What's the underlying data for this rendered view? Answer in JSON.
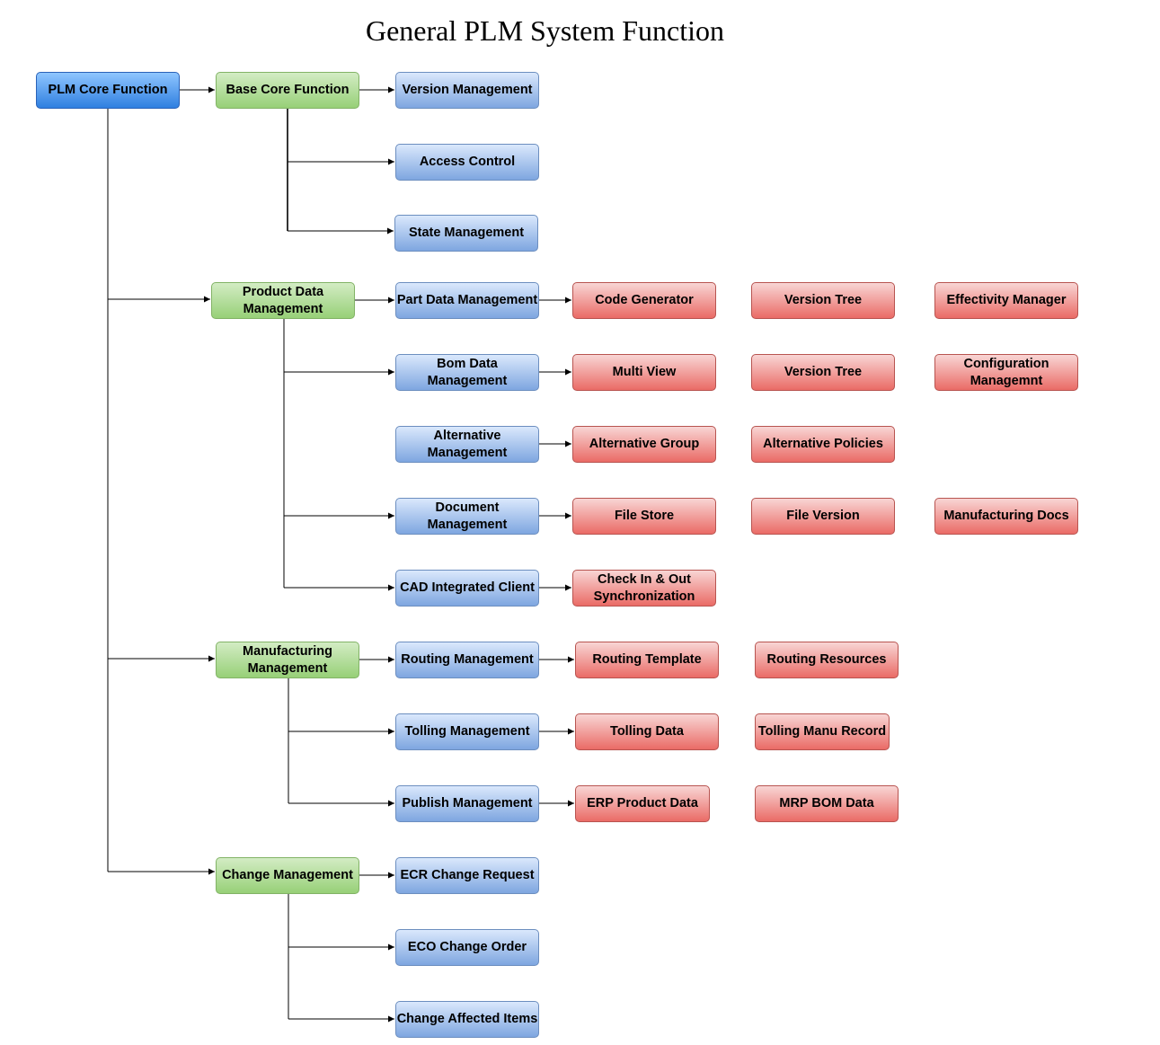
{
  "diagram": {
    "title": "General PLM System Function",
    "root": "PLM Core Function",
    "categories": {
      "base": "Base Core Function",
      "product": "Product Data Management",
      "manufacturing": "Manufacturing Management",
      "change": "Change Management"
    },
    "functions": {
      "version_mgmt": "Version Management",
      "access_control": "Access Control",
      "state_mgmt": "State Management",
      "part_data": "Part Data Management",
      "bom_data": "Bom Data Management",
      "alternative": "Alternative Management",
      "document": "Document Management",
      "cad_client": "CAD Integrated Client",
      "routing": "Routing Management",
      "tolling": "Tolling Management",
      "publish": "Publish Management",
      "ecr": "ECR Change Request",
      "eco": "ECO Change Order",
      "affected": "Change Affected Items"
    },
    "details": {
      "code_generator": "Code Generator",
      "part_version_tree": "Version Tree",
      "effectivity_manager": "Effectivity Manager",
      "multi_view": "Multi View",
      "bom_version_tree": "Version Tree",
      "configuration": "Configuration Managemnt",
      "alternative_group": "Alternative Group",
      "alternative_policies": "Alternative Policies",
      "file_store": "File Store",
      "file_version": "File Version",
      "manufacturing_docs": "Manufacturing Docs",
      "check_in_out": "Check In & Out Synchronization",
      "routing_template": "Routing Template",
      "routing_resources": "Routing Resources",
      "tolling_data": "Tolling Data",
      "tolling_manu_record": "Tolling Manu Record",
      "erp_product_data": "ERP Product Data",
      "mrp_bom_data": "MRP BOM Data"
    },
    "colors": {
      "root": "#2f7fe0",
      "category": "#97d077",
      "function": "#7ea6e0",
      "detail": "#ea6b66",
      "connector": "#000000"
    }
  }
}
